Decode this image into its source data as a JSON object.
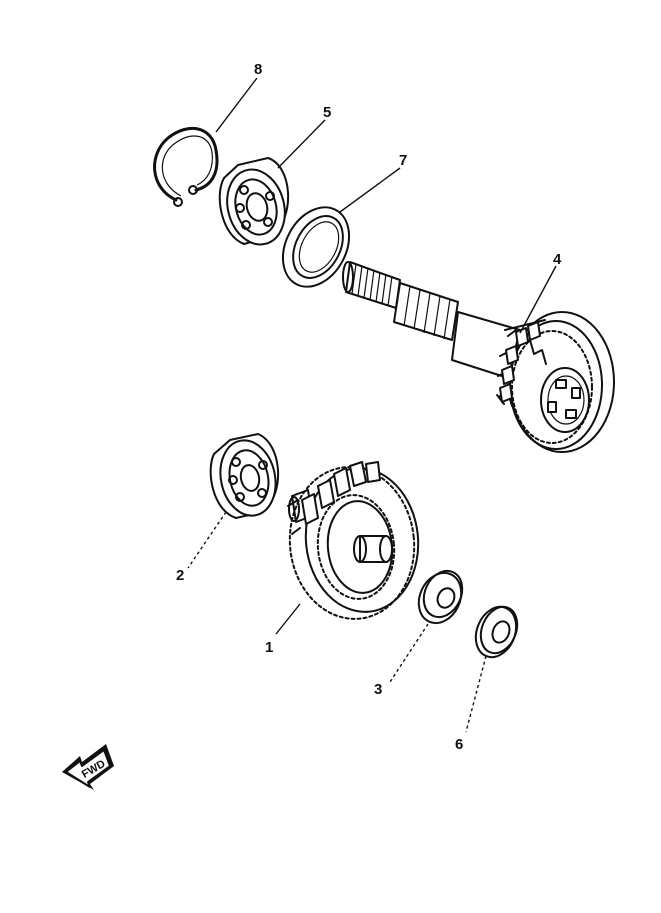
{
  "parts": [
    {
      "id": "part-1",
      "callout": "1",
      "name_icon": "idler-gear-icon"
    },
    {
      "id": "part-2",
      "callout": "2",
      "name_icon": "bearing-icon"
    },
    {
      "id": "part-3",
      "callout": "3",
      "name_icon": "washer-icon"
    },
    {
      "id": "part-4",
      "callout": "4",
      "name_icon": "washer-icon"
    },
    {
      "id": "part-5",
      "callout": "5",
      "name_icon": "gear-shaft-icon"
    },
    {
      "id": "part-6",
      "callout": "6",
      "name_icon": "bearing-icon"
    },
    {
      "id": "part-7",
      "callout": "7",
      "name_icon": "oil-seal-icon"
    },
    {
      "id": "part-8",
      "callout": "8",
      "name_icon": "circlip-icon"
    }
  ],
  "fwd_marker": {
    "text": "FWD",
    "icon": "forward-arrow-icon"
  },
  "colors": {
    "ink": "#111111",
    "paper": "#ffffff"
  }
}
